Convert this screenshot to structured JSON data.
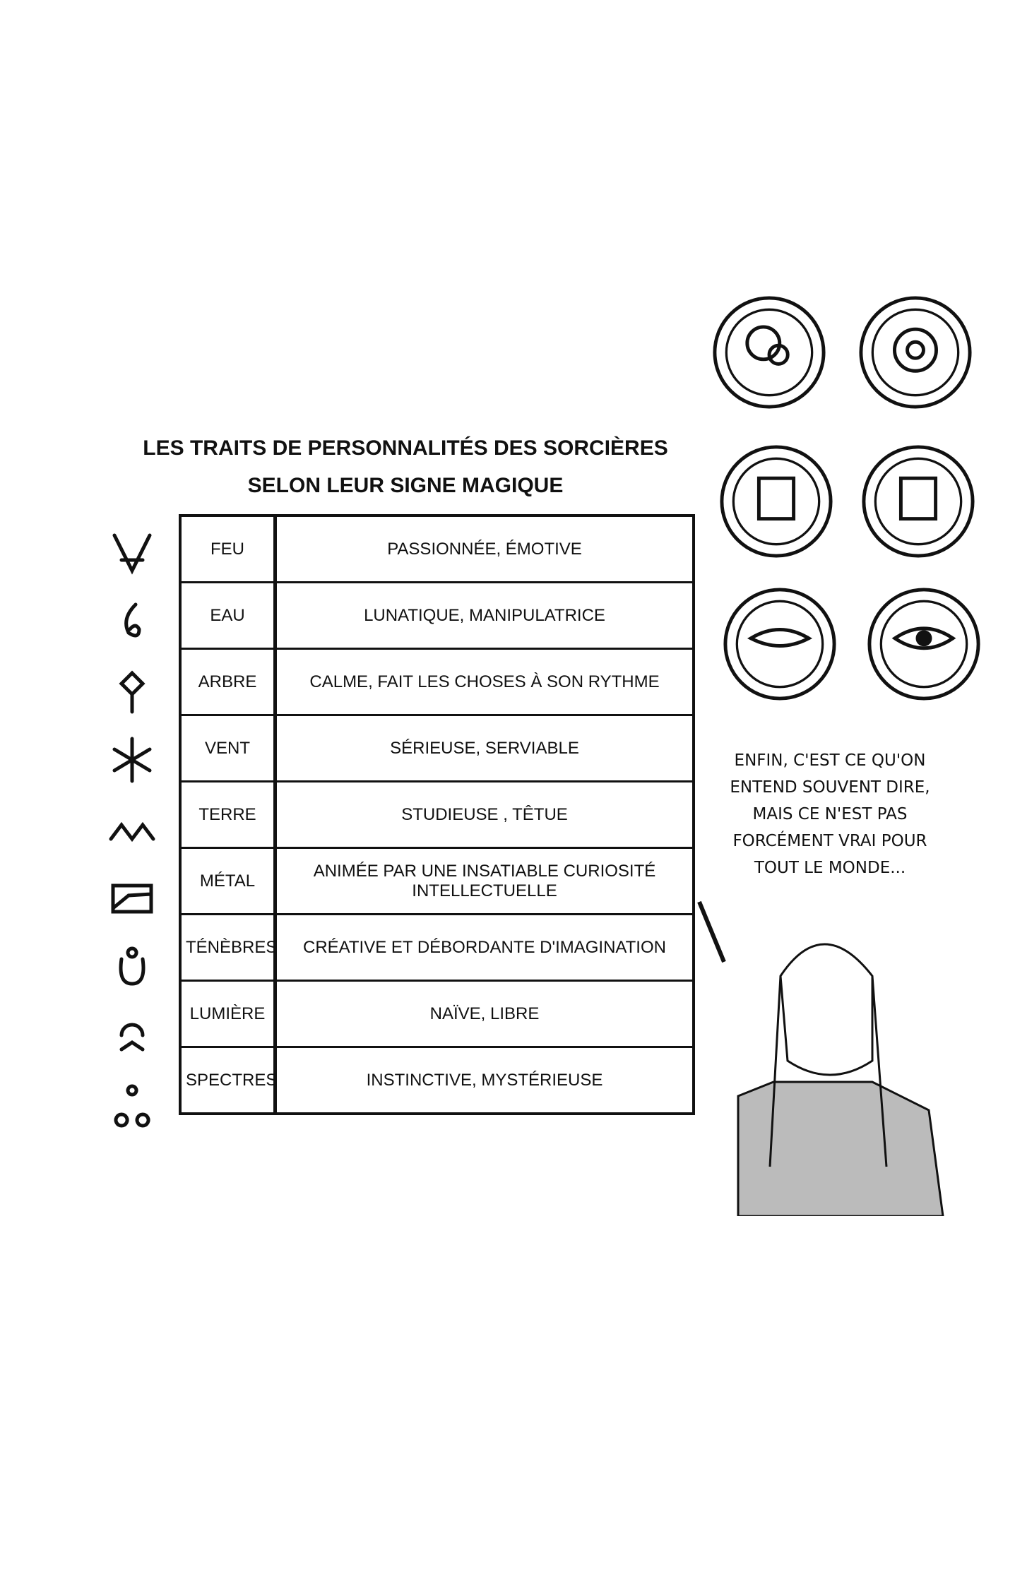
{
  "title": {
    "line1": "LES TRAITS DE PERSONNALITÉS DES SORCIÈRES",
    "line2": "SELON LEUR SIGNE MAGIQUE"
  },
  "rows": [
    {
      "element": "FEU",
      "traits": "PASSIONNÉE, ÉMOTIVE",
      "icon": "fire-sign-icon"
    },
    {
      "element": "EAU",
      "traits": "LUNATIQUE, MANIPULATRICE",
      "icon": "water-sign-icon"
    },
    {
      "element": "ARBRE",
      "traits": "CALME, FAIT LES CHOSES À SON RYTHME",
      "icon": "tree-sign-icon"
    },
    {
      "element": "VENT",
      "traits": "SÉRIEUSE, SERVIABLE",
      "icon": "wind-sign-icon"
    },
    {
      "element": "TERRE",
      "traits": "STUDIEUSE , TÊTUE",
      "icon": "earth-sign-icon"
    },
    {
      "element": "MÉTAL",
      "traits": "ANIMÉE PAR UNE INSATIABLE CURIOSITÉ INTELLECTUELLE",
      "icon": "metal-sign-icon"
    },
    {
      "element": "TÉNÈBRES",
      "traits": "CRÉATIVE ET DÉBORDANTE D'IMAGINATION",
      "icon": "darkness-sign-icon"
    },
    {
      "element": "LUMIÈRE",
      "traits": "NAÏVE, LIBRE",
      "icon": "light-sign-icon"
    },
    {
      "element": "SPECTRES",
      "traits": "INSTINCTIVE, MYSTÉRIEUSE",
      "icon": "spectres-sign-icon"
    }
  ],
  "speech": "ENFIN, C'EST CE QU'ON ENTEND SOUVENT DIRE, MAIS CE N'EST PAS FORCÉMENT VRAI POUR TOUT LE MONDE..."
}
